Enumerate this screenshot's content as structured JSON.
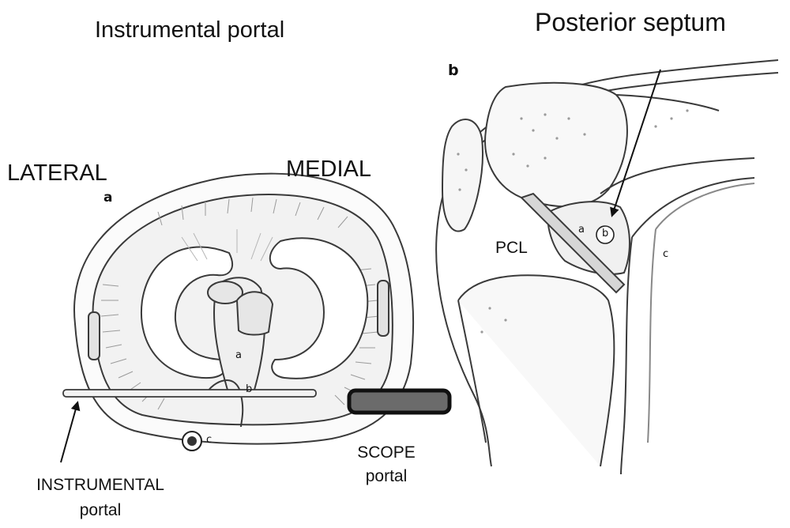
{
  "labels": {
    "instrumental_portal_top": "Instrumental portal",
    "posterior_septum": "Posterior septum",
    "lateral": "LATERAL",
    "medial": "MEDIAL",
    "pcl": "PCL",
    "scope_line1": "SCOPE",
    "scope_line2": "portal",
    "instrumental_line1": "INSTRUMENTAL",
    "instrumental_line2": "portal"
  },
  "panel_letters": {
    "a": "a",
    "b": "b"
  },
  "figure_markers": {
    "a_in_tibia": "a",
    "b_in_tibia": "b",
    "c_in_tibia": "c",
    "a_in_sagittal": "a",
    "b_in_sagittal": "b",
    "c_in_sagittal": "c"
  },
  "colors": {
    "line": "#3a3a3a",
    "fill_light": "#f4f4f4",
    "fill_dark": "#6b6b6b",
    "accent_black": "#111111"
  }
}
